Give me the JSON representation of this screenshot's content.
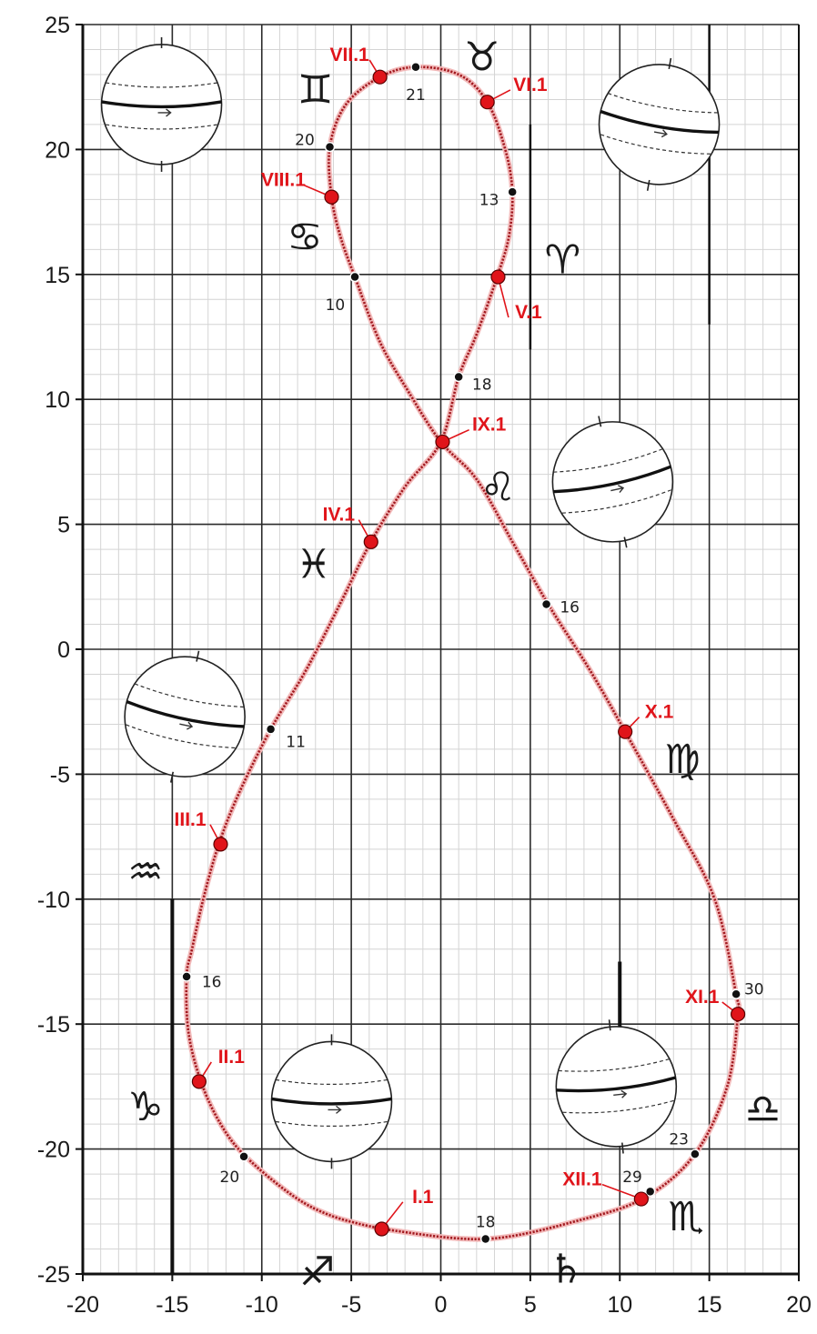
{
  "chart_data": {
    "type": "line",
    "title": "",
    "xlabel": "",
    "ylabel": "",
    "xlim": [
      -20,
      20
    ],
    "ylim": [
      -25,
      25
    ],
    "xticks": [
      "-20",
      "-15",
      "-10",
      "-5",
      "0",
      "5",
      "10",
      "15",
      "20"
    ],
    "yticks": [
      "25",
      "20",
      "15",
      "10",
      "5",
      "0",
      "-5",
      "-10",
      "-15",
      "-20",
      "-25"
    ],
    "grid": true,
    "curve_color": "#a2191f",
    "marker_red": "#e0141a",
    "curve": [
      [
        -3.3,
        -23.2
      ],
      [
        2.5,
        -23.6
      ],
      [
        8.0,
        -22.8
      ],
      [
        11.5,
        -21.9
      ],
      [
        14.2,
        -20.2
      ],
      [
        16.0,
        -17.5
      ],
      [
        16.6,
        -14.6
      ],
      [
        16.5,
        -13.8
      ],
      [
        15.3,
        -10.0
      ],
      [
        13.0,
        -6.8
      ],
      [
        10.3,
        -3.3
      ],
      [
        8.3,
        -0.8
      ],
      [
        6.0,
        1.8
      ],
      [
        4.0,
        4.3
      ],
      [
        2.0,
        6.8
      ],
      [
        0.0,
        8.3
      ],
      [
        -1.8,
        10.3
      ],
      [
        -3.4,
        12.3
      ],
      [
        -4.8,
        14.9
      ],
      [
        -5.6,
        16.5
      ],
      [
        -6.1,
        18.1
      ],
      [
        -6.2,
        20.1
      ],
      [
        -5.3,
        21.8
      ],
      [
        -3.4,
        22.9
      ],
      [
        -1.4,
        23.3
      ],
      [
        1.0,
        23.0
      ],
      [
        2.6,
        21.9
      ],
      [
        3.6,
        20.0
      ],
      [
        4.0,
        18.3
      ],
      [
        3.8,
        16.5
      ],
      [
        3.1,
        14.8
      ],
      [
        2.0,
        12.6
      ],
      [
        1.0,
        10.9
      ],
      [
        0.0,
        8.3
      ],
      [
        -2.0,
        6.5
      ],
      [
        -3.9,
        4.3
      ],
      [
        -5.5,
        2.0
      ],
      [
        -7.5,
        -0.8
      ],
      [
        -9.5,
        -3.2
      ],
      [
        -11.3,
        -5.8
      ],
      [
        -12.4,
        -7.8
      ],
      [
        -13.2,
        -9.8
      ],
      [
        -13.9,
        -12.0
      ],
      [
        -14.2,
        -13.1
      ],
      [
        -14.1,
        -15.3
      ],
      [
        -13.4,
        -17.3
      ],
      [
        -12.3,
        -19.0
      ],
      [
        -10.9,
        -20.3
      ],
      [
        -8.2,
        -21.9
      ],
      [
        -6.0,
        -22.7
      ],
      [
        -3.3,
        -23.2
      ]
    ],
    "month_markers": [
      {
        "label": "I.1",
        "x": -3.3,
        "y": -23.2,
        "lx": -1.0,
        "ly": -21.9
      },
      {
        "label": "II.1",
        "x": -13.5,
        "y": -17.3,
        "lx": -11.7,
        "ly": -16.3
      },
      {
        "label": "III.1",
        "x": -12.3,
        "y": -7.8,
        "lx": -14.0,
        "ly": -6.8
      },
      {
        "label": "IV.1",
        "x": -3.9,
        "y": 4.3,
        "lx": -5.7,
        "ly": 5.4
      },
      {
        "label": "V.1",
        "x": 3.2,
        "y": 14.9,
        "lx": 4.9,
        "ly": 13.5
      },
      {
        "label": "VI.1",
        "x": 2.6,
        "y": 21.9,
        "lx": 5.0,
        "ly": 22.6
      },
      {
        "label": "VII.1",
        "x": -3.4,
        "y": 22.9,
        "lx": -5.1,
        "ly": 23.8
      },
      {
        "label": "VIII.1",
        "x": -6.1,
        "y": 18.1,
        "lx": -8.8,
        "ly": 18.8
      },
      {
        "label": "IX.1",
        "x": 0.1,
        "y": 8.3,
        "lx": 2.7,
        "ly": 9.0
      },
      {
        "label": "X.1",
        "x": 10.3,
        "y": -3.3,
        "lx": 12.2,
        "ly": -2.5
      },
      {
        "label": "XI.1",
        "x": 16.6,
        "y": -14.6,
        "lx": 14.6,
        "ly": -13.9
      },
      {
        "label": "XII.1",
        "x": 11.2,
        "y": -22.0,
        "lx": 7.9,
        "ly": -21.2
      }
    ],
    "day_markers": [
      {
        "label": "21",
        "x": -1.4,
        "y": 23.3,
        "lx": -1.4,
        "ly": 22.2
      },
      {
        "label": "20",
        "x": -6.2,
        "y": 20.1,
        "lx": -7.6,
        "ly": 20.4
      },
      {
        "label": "13",
        "x": 4.0,
        "y": 18.3,
        "lx": 2.7,
        "ly": 18.0
      },
      {
        "label": "10",
        "x": -4.8,
        "y": 14.9,
        "lx": -5.9,
        "ly": 13.8
      },
      {
        "label": "18",
        "x": 1.0,
        "y": 10.9,
        "lx": 2.3,
        "ly": 10.6
      },
      {
        "label": "16",
        "x": 5.9,
        "y": 1.8,
        "lx": 7.2,
        "ly": 1.7
      },
      {
        "label": "11",
        "x": -9.5,
        "y": -3.2,
        "lx": -8.1,
        "ly": -3.7
      },
      {
        "label": "16",
        "x": -14.2,
        "y": -13.1,
        "lx": -12.8,
        "ly": -13.3
      },
      {
        "label": "30",
        "x": 16.5,
        "y": -13.8,
        "lx": 17.5,
        "ly": -13.6
      },
      {
        "label": "23",
        "x": 14.2,
        "y": -20.2,
        "lx": 13.3,
        "ly": -19.6
      },
      {
        "label": "29",
        "x": 11.7,
        "y": -21.7,
        "lx": 10.7,
        "ly": -21.1
      },
      {
        "label": "20",
        "x": -11.0,
        "y": -20.3,
        "lx": -11.8,
        "ly": -21.1
      },
      {
        "label": "18",
        "x": 2.5,
        "y": -23.6,
        "lx": 2.5,
        "ly": -22.9
      }
    ],
    "zodiac_symbols": [
      {
        "glyph": "♊",
        "x": -7.0,
        "y": 22.4
      },
      {
        "glyph": "♉",
        "x": 2.3,
        "y": 23.7
      },
      {
        "glyph": "♈",
        "x": 6.8,
        "y": 15.6
      },
      {
        "glyph": "♋",
        "x": -7.6,
        "y": 16.5
      },
      {
        "glyph": "♌",
        "x": 3.2,
        "y": 6.5
      },
      {
        "glyph": "♓",
        "x": -7.1,
        "y": 3.4
      },
      {
        "glyph": "♍",
        "x": 13.5,
        "y": -4.4
      },
      {
        "glyph": "♒",
        "x": -16.5,
        "y": -8.9
      },
      {
        "glyph": "♑",
        "x": -16.5,
        "y": -18.3
      },
      {
        "glyph": "♎",
        "x": 18.0,
        "y": -18.4
      },
      {
        "glyph": "♐",
        "x": -6.9,
        "y": -24.9
      },
      {
        "glyph": "♏",
        "x": 13.7,
        "y": -22.7
      },
      {
        "glyph": "♄",
        "x": 7.0,
        "y": -24.8
      }
    ],
    "globes": [
      {
        "x": -15.6,
        "y": 21.8,
        "tilt": 0
      },
      {
        "x": 12.2,
        "y": 21.0,
        "tilt": 10
      },
      {
        "x": 9.6,
        "y": 6.7,
        "tilt": -12
      },
      {
        "x": -14.3,
        "y": -2.7,
        "tilt": 12
      },
      {
        "x": -6.1,
        "y": -18.1,
        "tilt": 0
      },
      {
        "x": 9.8,
        "y": -17.5,
        "tilt": -6
      }
    ]
  }
}
